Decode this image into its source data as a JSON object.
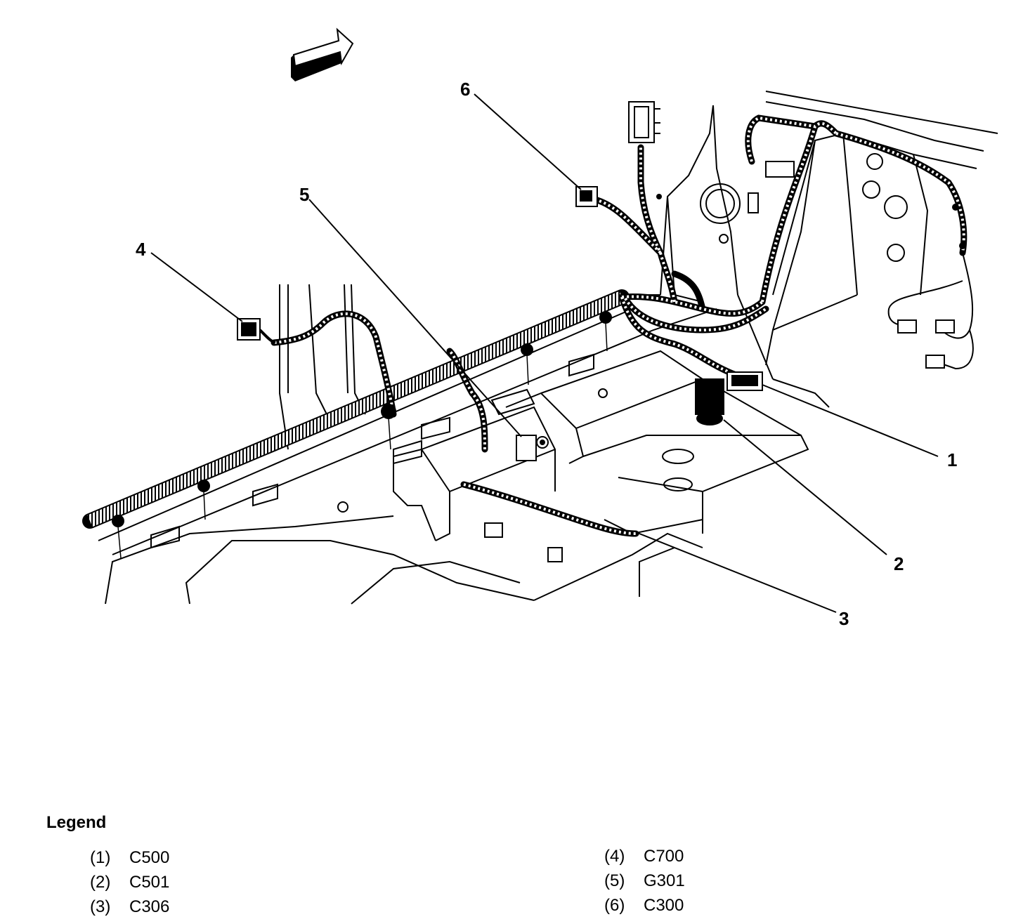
{
  "diagram": {
    "callouts": [
      {
        "number": "1"
      },
      {
        "number": "2"
      },
      {
        "number": "3"
      },
      {
        "number": "4"
      },
      {
        "number": "5"
      },
      {
        "number": "6"
      }
    ],
    "icons": [
      "direction-arrow-icon"
    ]
  },
  "legend": {
    "title": "Legend",
    "items": [
      {
        "index": "(1)",
        "code": "C500"
      },
      {
        "index": "(2)",
        "code": "C501"
      },
      {
        "index": "(3)",
        "code": "C306"
      },
      {
        "index": "(4)",
        "code": "C700"
      },
      {
        "index": "(5)",
        "code": "G301"
      },
      {
        "index": "(6)",
        "code": "C300"
      }
    ]
  }
}
